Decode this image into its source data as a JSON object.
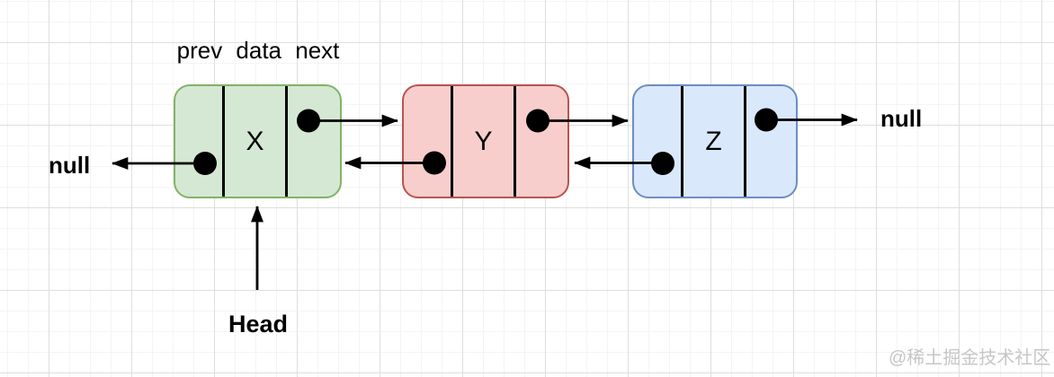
{
  "diagram": {
    "fields_label": "prev data next",
    "head_label": "Head",
    "null_left": "null",
    "null_right": "null",
    "watermark": "@稀土掘金技术社区",
    "nodes": [
      {
        "label": "X",
        "fill": "#d5e8d4",
        "border": "#82b366"
      },
      {
        "label": "Y",
        "fill": "#f8cecc",
        "border": "#b85450"
      },
      {
        "label": "Z",
        "fill": "#dae8fc",
        "border": "#6c8ebf"
      }
    ],
    "colors": {
      "pointer_and_arrow": "#000000",
      "divider_line": "#000000",
      "watermark_text": "#c6c6c6"
    }
  }
}
